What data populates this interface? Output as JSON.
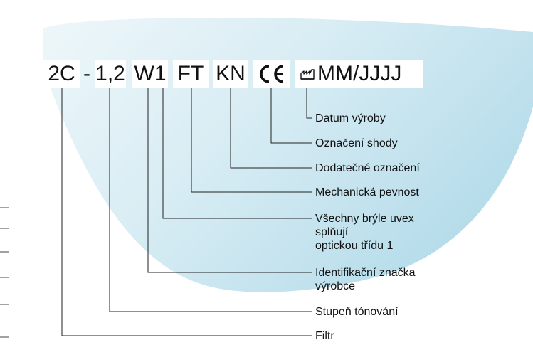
{
  "marking_codes": {
    "filter": "2C",
    "separator": "-",
    "shade": "1,2",
    "manufacturer": "W1",
    "strength": "FT",
    "additional": "KN",
    "ce": "CE",
    "date": "MM/JJJJ"
  },
  "labels": {
    "date": "Datum výroby",
    "ce": "Označení shody",
    "additional": "Dodatečné označení",
    "strength": "Mechanická pevnost",
    "optical_class": [
      "Všechny brýle uvex",
      "splňují",
      "optickou třídu 1"
    ],
    "manufacturer": [
      "Identifikační značka",
      "výrobce"
    ],
    "shade": "Stupeň tónování",
    "filter": "Filtr"
  },
  "icons": {
    "manufacturer_symbol": "factory-icon",
    "ce_mark": "ce-mark-icon"
  },
  "colors": {
    "lens_gradient_light": "#ffffff",
    "lens_gradient_mid": "#e3f1f6",
    "lens_gradient_dark": "#b9deeb",
    "lines": "#222222",
    "left_dashes": "#444444"
  }
}
